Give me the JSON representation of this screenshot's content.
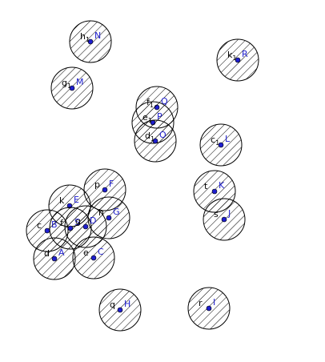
{
  "figure": {
    "background": "#ffffff",
    "circle_stroke": "#000000",
    "hatch_color": "#000000",
    "point_color": "#1f1fcf",
    "label_black": "#000000",
    "label_blue": "#1f1fcf"
  },
  "discs": [
    {
      "id": "N",
      "small": "h",
      "sub": "1"
    },
    {
      "id": "M",
      "small": "g",
      "sub": "1"
    },
    {
      "id": "R",
      "small": "k",
      "sub": "1"
    },
    {
      "id": "Q",
      "small": "f",
      "sub": "1"
    },
    {
      "id": "P",
      "small": "e",
      "sub": "1"
    },
    {
      "id": "O",
      "small": "d",
      "sub": "1"
    },
    {
      "id": "L",
      "small": "c",
      "sub": "1"
    },
    {
      "id": "K",
      "small": "t",
      "sub": ""
    },
    {
      "id": "J",
      "small": "s",
      "sub": ""
    },
    {
      "id": "F",
      "small": "p",
      "sub": ""
    },
    {
      "id": "E",
      "small": "k",
      "sub": ""
    },
    {
      "id": "G",
      "small": "h",
      "sub": ""
    },
    {
      "id": "B",
      "small": "c",
      "sub": ""
    },
    {
      "id": "S",
      "small": "f",
      "sub": ""
    },
    {
      "id": "D",
      "small": "g",
      "sub": ""
    },
    {
      "id": "A",
      "small": "d",
      "sub": ""
    },
    {
      "id": "C",
      "small": "e",
      "sub": ""
    },
    {
      "id": "H",
      "small": "q",
      "sub": ""
    },
    {
      "id": "I",
      "small": "r",
      "sub": ""
    }
  ]
}
